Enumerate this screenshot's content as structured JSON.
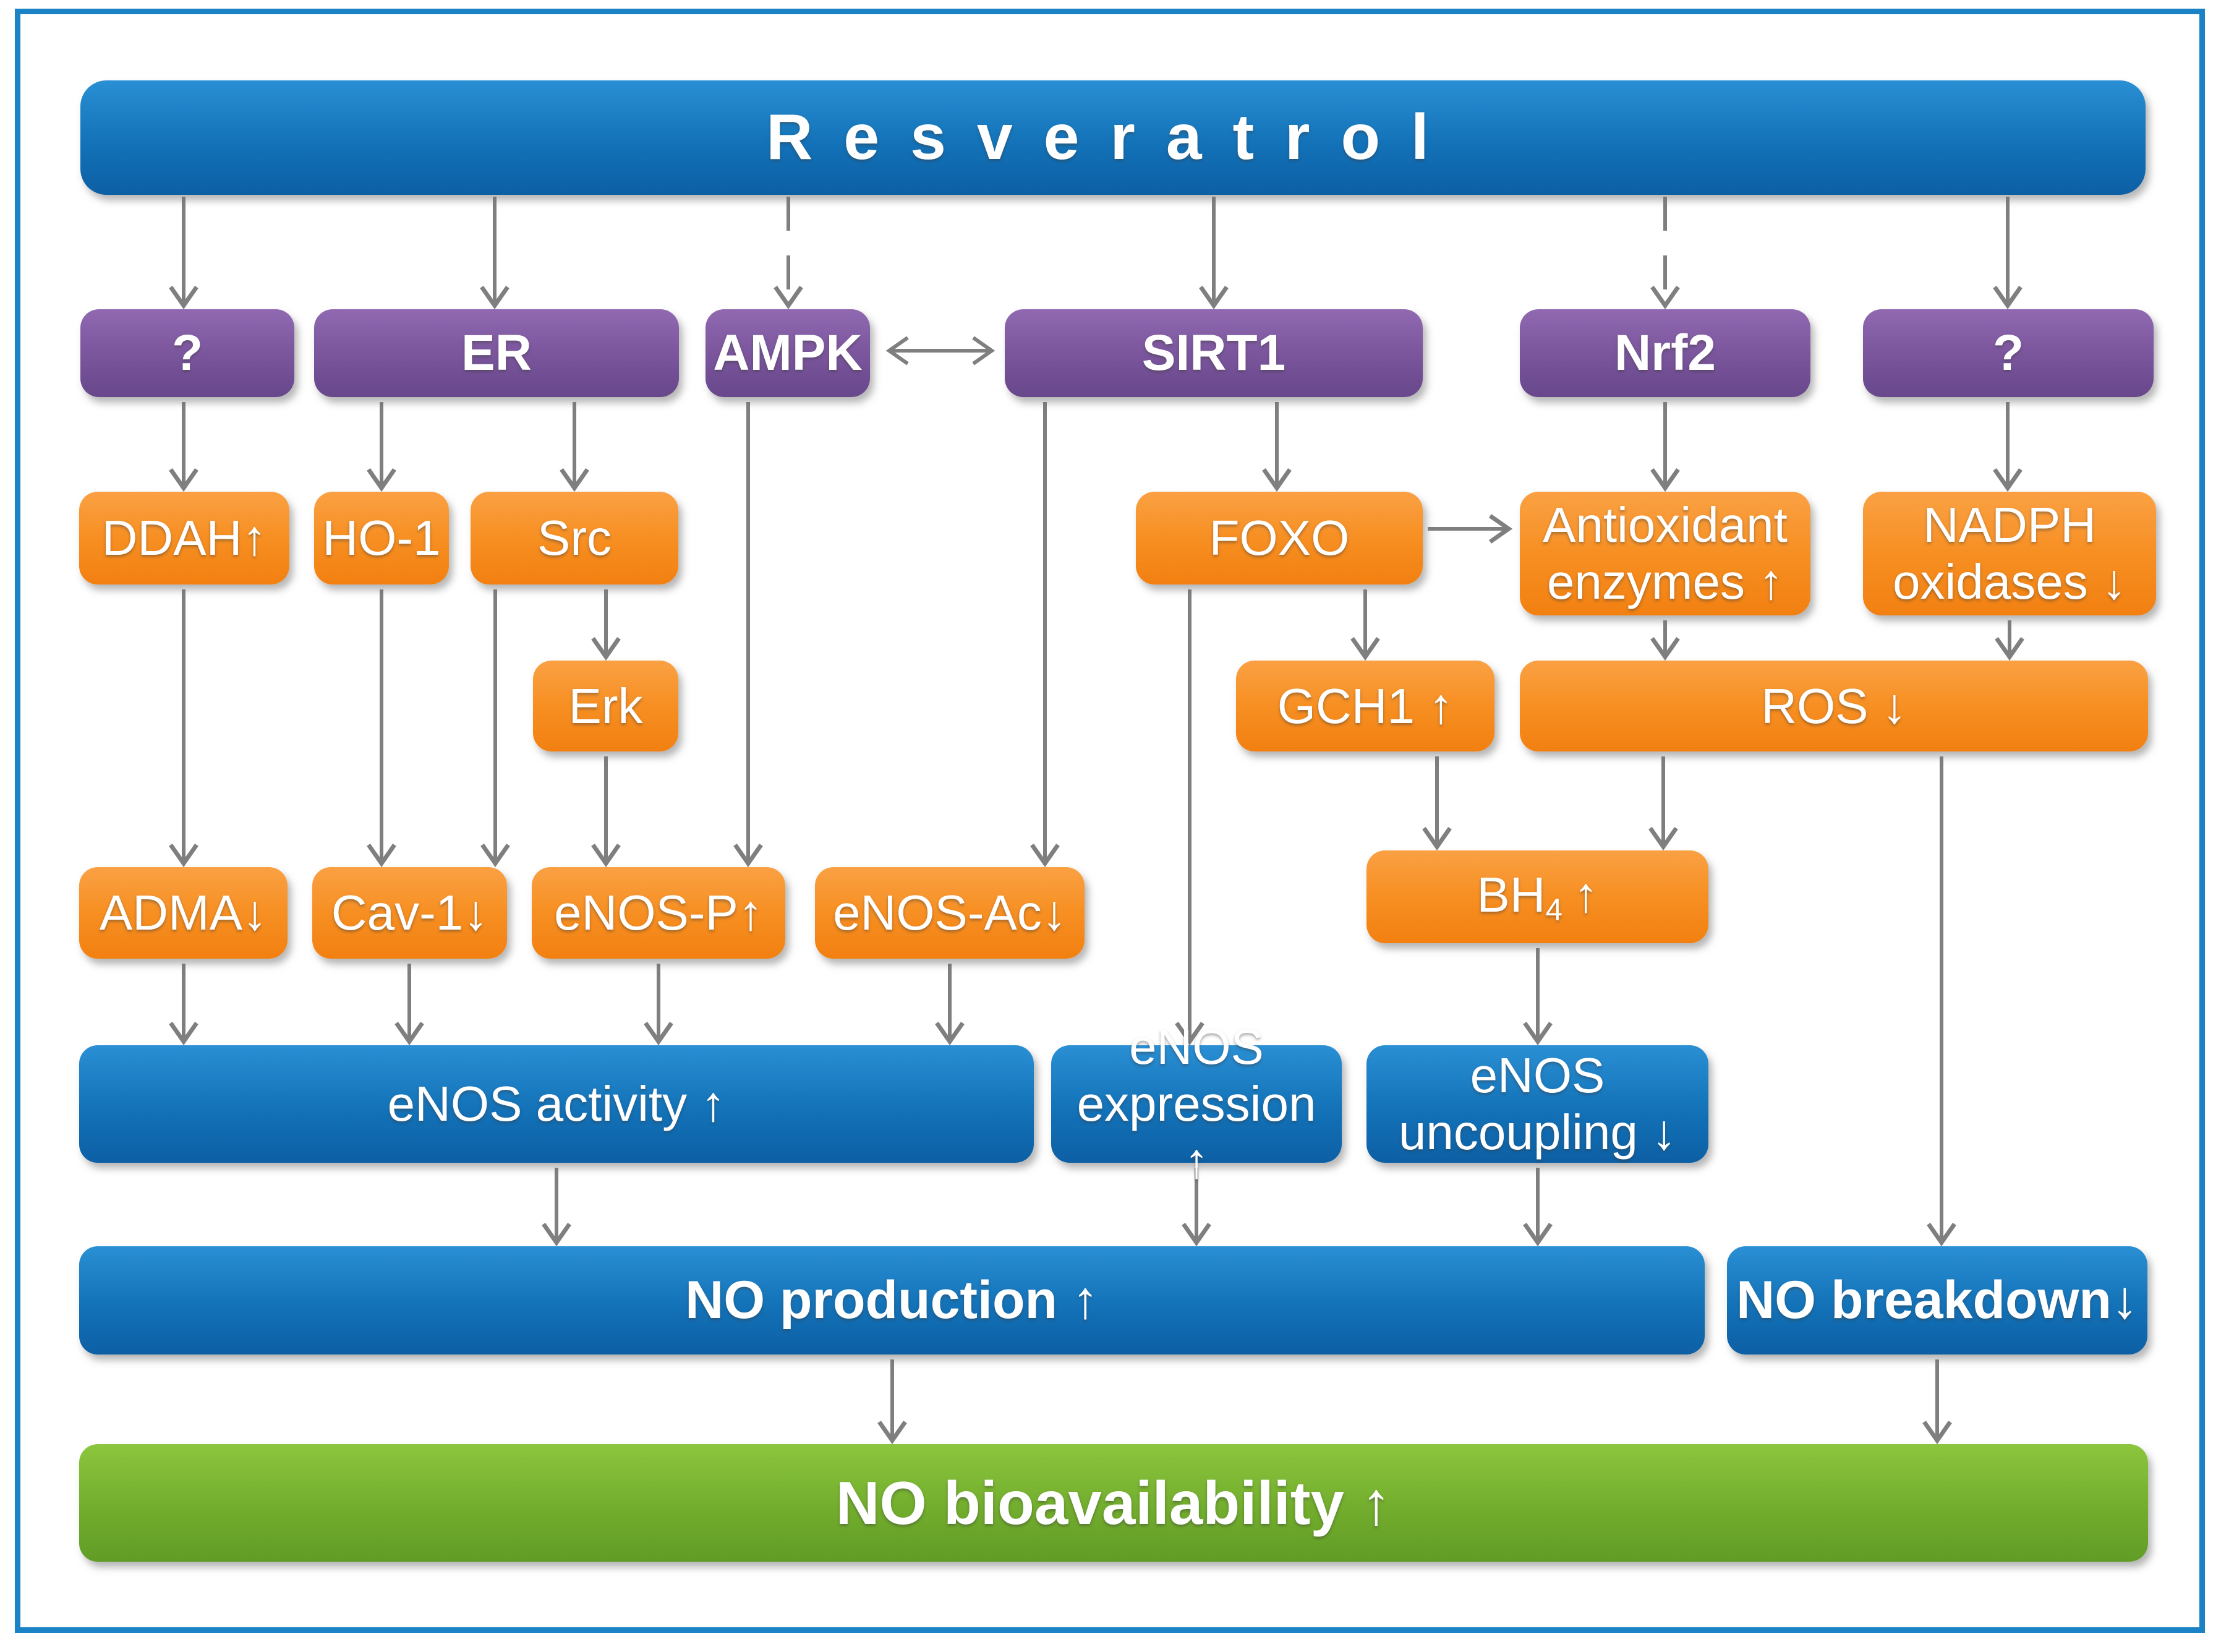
{
  "title": {
    "label": "Resveratrol"
  },
  "nodes": {
    "q_left": {
      "label": "?"
    },
    "er": {
      "label": "ER"
    },
    "ampk": {
      "label": "AMPK"
    },
    "sirt1": {
      "label": "SIRT1"
    },
    "nrf2": {
      "label": "Nrf2"
    },
    "q_right": {
      "label": "?"
    },
    "ddah": {
      "label": "DDAH↑"
    },
    "ho1": {
      "label": "HO-1"
    },
    "src": {
      "label": "Src"
    },
    "erk": {
      "label": "Erk"
    },
    "foxo": {
      "label": "FOXO"
    },
    "antiox": {
      "label": "Antioxidant enzymes ↑"
    },
    "nadph": {
      "label": "NADPH oxidases ↓"
    },
    "gch1": {
      "label": "GCH1 ↑"
    },
    "ros": {
      "label": "ROS ↓"
    },
    "adma": {
      "label": "ADMA↓"
    },
    "cav1": {
      "label": "Cav-1↓"
    },
    "enos_p": {
      "label": "eNOS-P↑"
    },
    "enos_ac": {
      "label": "eNOS-Ac↓"
    },
    "bh4": {
      "base": "BH",
      "sub": "4",
      "suffix": "↑"
    },
    "enos_activity": {
      "label": "eNOS activity ↑"
    },
    "enos_expression": {
      "label": "eNOS expression ↑"
    },
    "enos_uncoupling": {
      "label": "eNOS uncoupling ↓"
    },
    "no_production": {
      "label": "NO production ↑"
    },
    "no_breakdown": {
      "label": "NO breakdown↓"
    },
    "no_bioavailability": {
      "label": "NO bioavailability ↑"
    }
  },
  "edges": [
    {
      "from": "Resveratrol",
      "to": "? (left)",
      "style": "solid"
    },
    {
      "from": "Resveratrol",
      "to": "ER",
      "style": "solid"
    },
    {
      "from": "Resveratrol",
      "to": "AMPK",
      "style": "dashed"
    },
    {
      "from": "Resveratrol",
      "to": "SIRT1",
      "style": "solid"
    },
    {
      "from": "Resveratrol",
      "to": "Nrf2",
      "style": "dashed"
    },
    {
      "from": "Resveratrol",
      "to": "? (right)",
      "style": "solid"
    },
    {
      "from": "AMPK",
      "to": "SIRT1",
      "style": "solid",
      "bidirectional": true
    },
    {
      "from": "? (left)",
      "to": "DDAH↑",
      "style": "solid"
    },
    {
      "from": "ER",
      "to": "HO-1",
      "style": "solid"
    },
    {
      "from": "ER",
      "to": "Src",
      "style": "solid"
    },
    {
      "from": "AMPK",
      "to": "eNOS-P↑",
      "style": "solid"
    },
    {
      "from": "SIRT1",
      "to": "eNOS-Ac↓",
      "style": "solid"
    },
    {
      "from": "SIRT1",
      "to": "FOXO",
      "style": "solid"
    },
    {
      "from": "Nrf2",
      "to": "Antioxidant enzymes ↑",
      "style": "solid"
    },
    {
      "from": "? (right)",
      "to": "NADPH oxidases ↓",
      "style": "solid"
    },
    {
      "from": "DDAH↑",
      "to": "ADMA↓",
      "style": "solid"
    },
    {
      "from": "HO-1",
      "to": "Cav-1↓",
      "style": "solid"
    },
    {
      "from": "Src",
      "to": "Cav-1↓",
      "style": "solid"
    },
    {
      "from": "Src",
      "to": "Erk",
      "style": "solid"
    },
    {
      "from": "Erk",
      "to": "eNOS-P↑",
      "style": "solid"
    },
    {
      "from": "FOXO",
      "to": "Antioxidant enzymes ↑",
      "style": "solid"
    },
    {
      "from": "FOXO",
      "to": "GCH1 ↑",
      "style": "solid"
    },
    {
      "from": "FOXO",
      "to": "eNOS expression ↑",
      "style": "solid"
    },
    {
      "from": "Antioxidant enzymes ↑",
      "to": "ROS ↓",
      "style": "solid"
    },
    {
      "from": "NADPH oxidases ↓",
      "to": "ROS ↓",
      "style": "solid"
    },
    {
      "from": "GCH1 ↑",
      "to": "BH4 ↑",
      "style": "solid"
    },
    {
      "from": "ROS ↓",
      "to": "BH4 ↑",
      "style": "solid"
    },
    {
      "from": "ROS ↓",
      "to": "NO breakdown↓",
      "style": "solid"
    },
    {
      "from": "ADMA↓",
      "to": "eNOS activity ↑",
      "style": "solid"
    },
    {
      "from": "Cav-1↓",
      "to": "eNOS activity ↑",
      "style": "solid"
    },
    {
      "from": "eNOS-P↑",
      "to": "eNOS activity ↑",
      "style": "solid"
    },
    {
      "from": "eNOS-Ac↓",
      "to": "eNOS activity ↑",
      "style": "solid"
    },
    {
      "from": "BH4 ↑",
      "to": "eNOS uncoupling ↓",
      "style": "solid"
    },
    {
      "from": "eNOS activity ↑",
      "to": "NO production ↑",
      "style": "solid"
    },
    {
      "from": "eNOS expression ↑",
      "to": "NO production ↑",
      "style": "solid"
    },
    {
      "from": "eNOS uncoupling ↓",
      "to": "NO production ↑",
      "style": "solid"
    },
    {
      "from": "NO production ↑",
      "to": "NO bioavailability ↑",
      "style": "solid"
    },
    {
      "from": "NO breakdown↓",
      "to": "NO bioavailability ↑",
      "style": "solid"
    }
  ],
  "colors": {
    "frame": "#1b82c6",
    "blue_top": "#2a8fd4",
    "blue_bottom": "#0d5fa4",
    "purple_top": "#9069b1",
    "purple_bottom": "#68478b",
    "orange_top": "#faa144",
    "orange_bottom": "#f28011",
    "green_top": "#8cc63e",
    "green_bottom": "#619c26",
    "arrow": "#7f7f7f",
    "text": "#ffffff"
  }
}
